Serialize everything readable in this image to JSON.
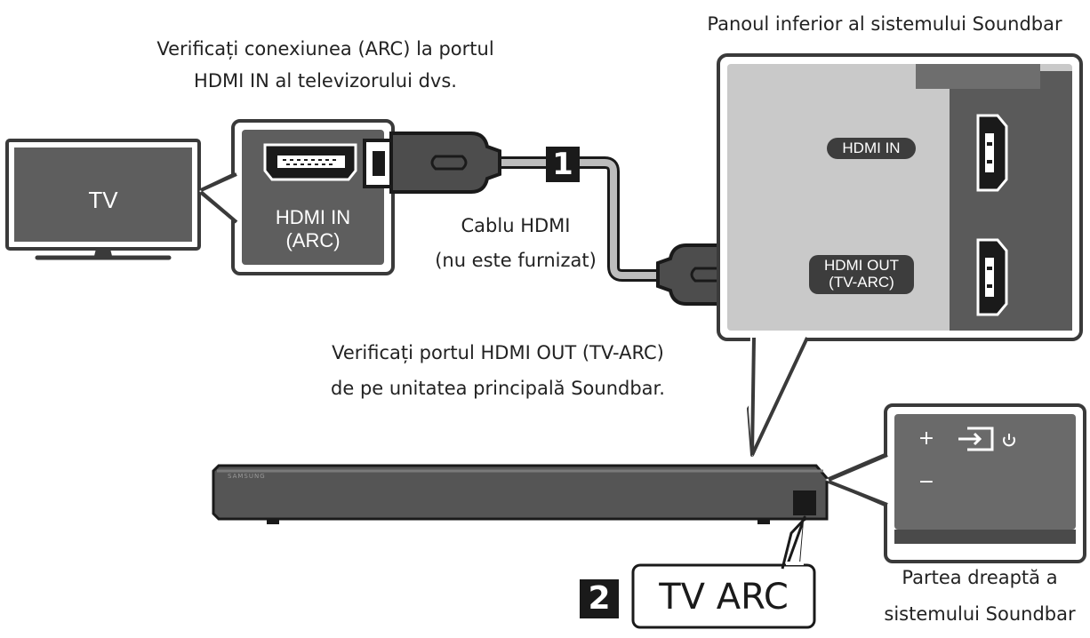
{
  "labels": {
    "check_tv_line1": "Verificați conexiunea (ARC) la portul",
    "check_tv_line2": "HDMI IN al televizorului dvs.",
    "bottom_panel_title": "Panoul inferior al sistemului Soundbar",
    "tv": "TV",
    "tv_port_line1": "HDMI IN",
    "tv_port_line2": "(ARC)",
    "cable_line1": "Cablu HDMI",
    "cable_line2": "(nu este furnizat)",
    "check_soundbar_line1": "Verificați portul HDMI OUT (TV-ARC)",
    "check_soundbar_line2": "de pe unitatea principală Soundbar.",
    "right_side_line1": "Partea dreaptă a",
    "right_side_line2": "sistemului Soundbar",
    "soundbar_brand": "SAMSUNG"
  },
  "panel_ports": {
    "hdmi_in": "HDMI IN",
    "hdmi_out_line1": "HDMI OUT",
    "hdmi_out_line2": "(TV-ARC)"
  },
  "steps": {
    "step1": "1",
    "step2": "2",
    "display_text": "TV ARC"
  },
  "side_panel_icons": {
    "plus": "+",
    "minus": "−",
    "input": "input-source-icon",
    "power": "power-icon"
  }
}
